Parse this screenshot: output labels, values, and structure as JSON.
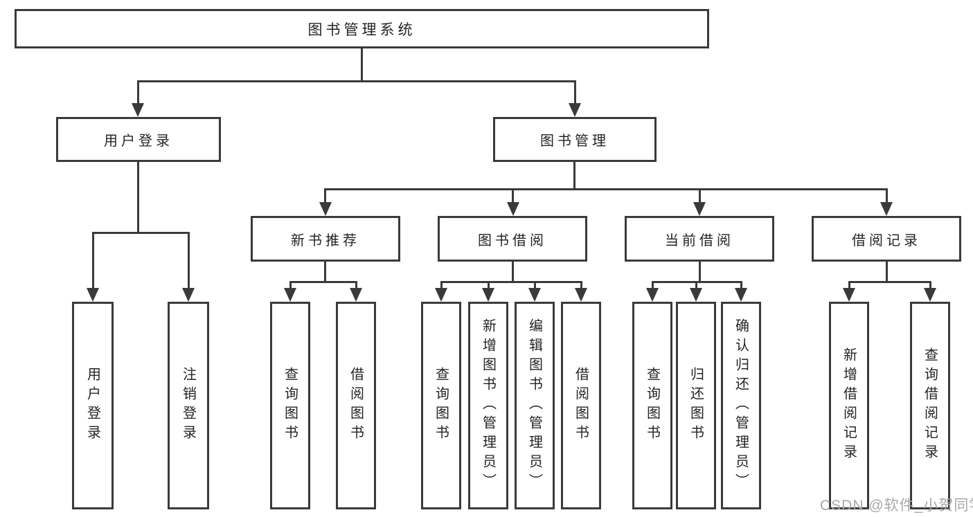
{
  "tree": {
    "label": "图书管理系统",
    "children": [
      {
        "label": "用户登录",
        "children": [
          {
            "label": "用户登录"
          },
          {
            "label": "注销登录"
          }
        ]
      },
      {
        "label": "图书管理",
        "children": [
          {
            "label": "新书推荐",
            "children": [
              {
                "label": "查询图书"
              },
              {
                "label": "借阅图书"
              }
            ]
          },
          {
            "label": "图书借阅",
            "children": [
              {
                "label": "查询图书"
              },
              {
                "label": "新增图书（管理员）"
              },
              {
                "label": "编辑图书（管理员）"
              },
              {
                "label": "借阅图书"
              }
            ]
          },
          {
            "label": "当前借阅",
            "children": [
              {
                "label": "查询图书"
              },
              {
                "label": "归还图书"
              },
              {
                "label": "确认归还（管理员）"
              }
            ]
          },
          {
            "label": "借阅记录",
            "children": [
              {
                "label": "新增借阅记录"
              },
              {
                "label": "查询借阅记录"
              }
            ]
          }
        ]
      }
    ]
  },
  "watermark": {
    "text": "CSDN @软件_小贺同学"
  },
  "colors": {
    "line": "#3a3a3a",
    "text": "#242424",
    "watermark": "#a8a8a8",
    "background": "#ffffff"
  }
}
